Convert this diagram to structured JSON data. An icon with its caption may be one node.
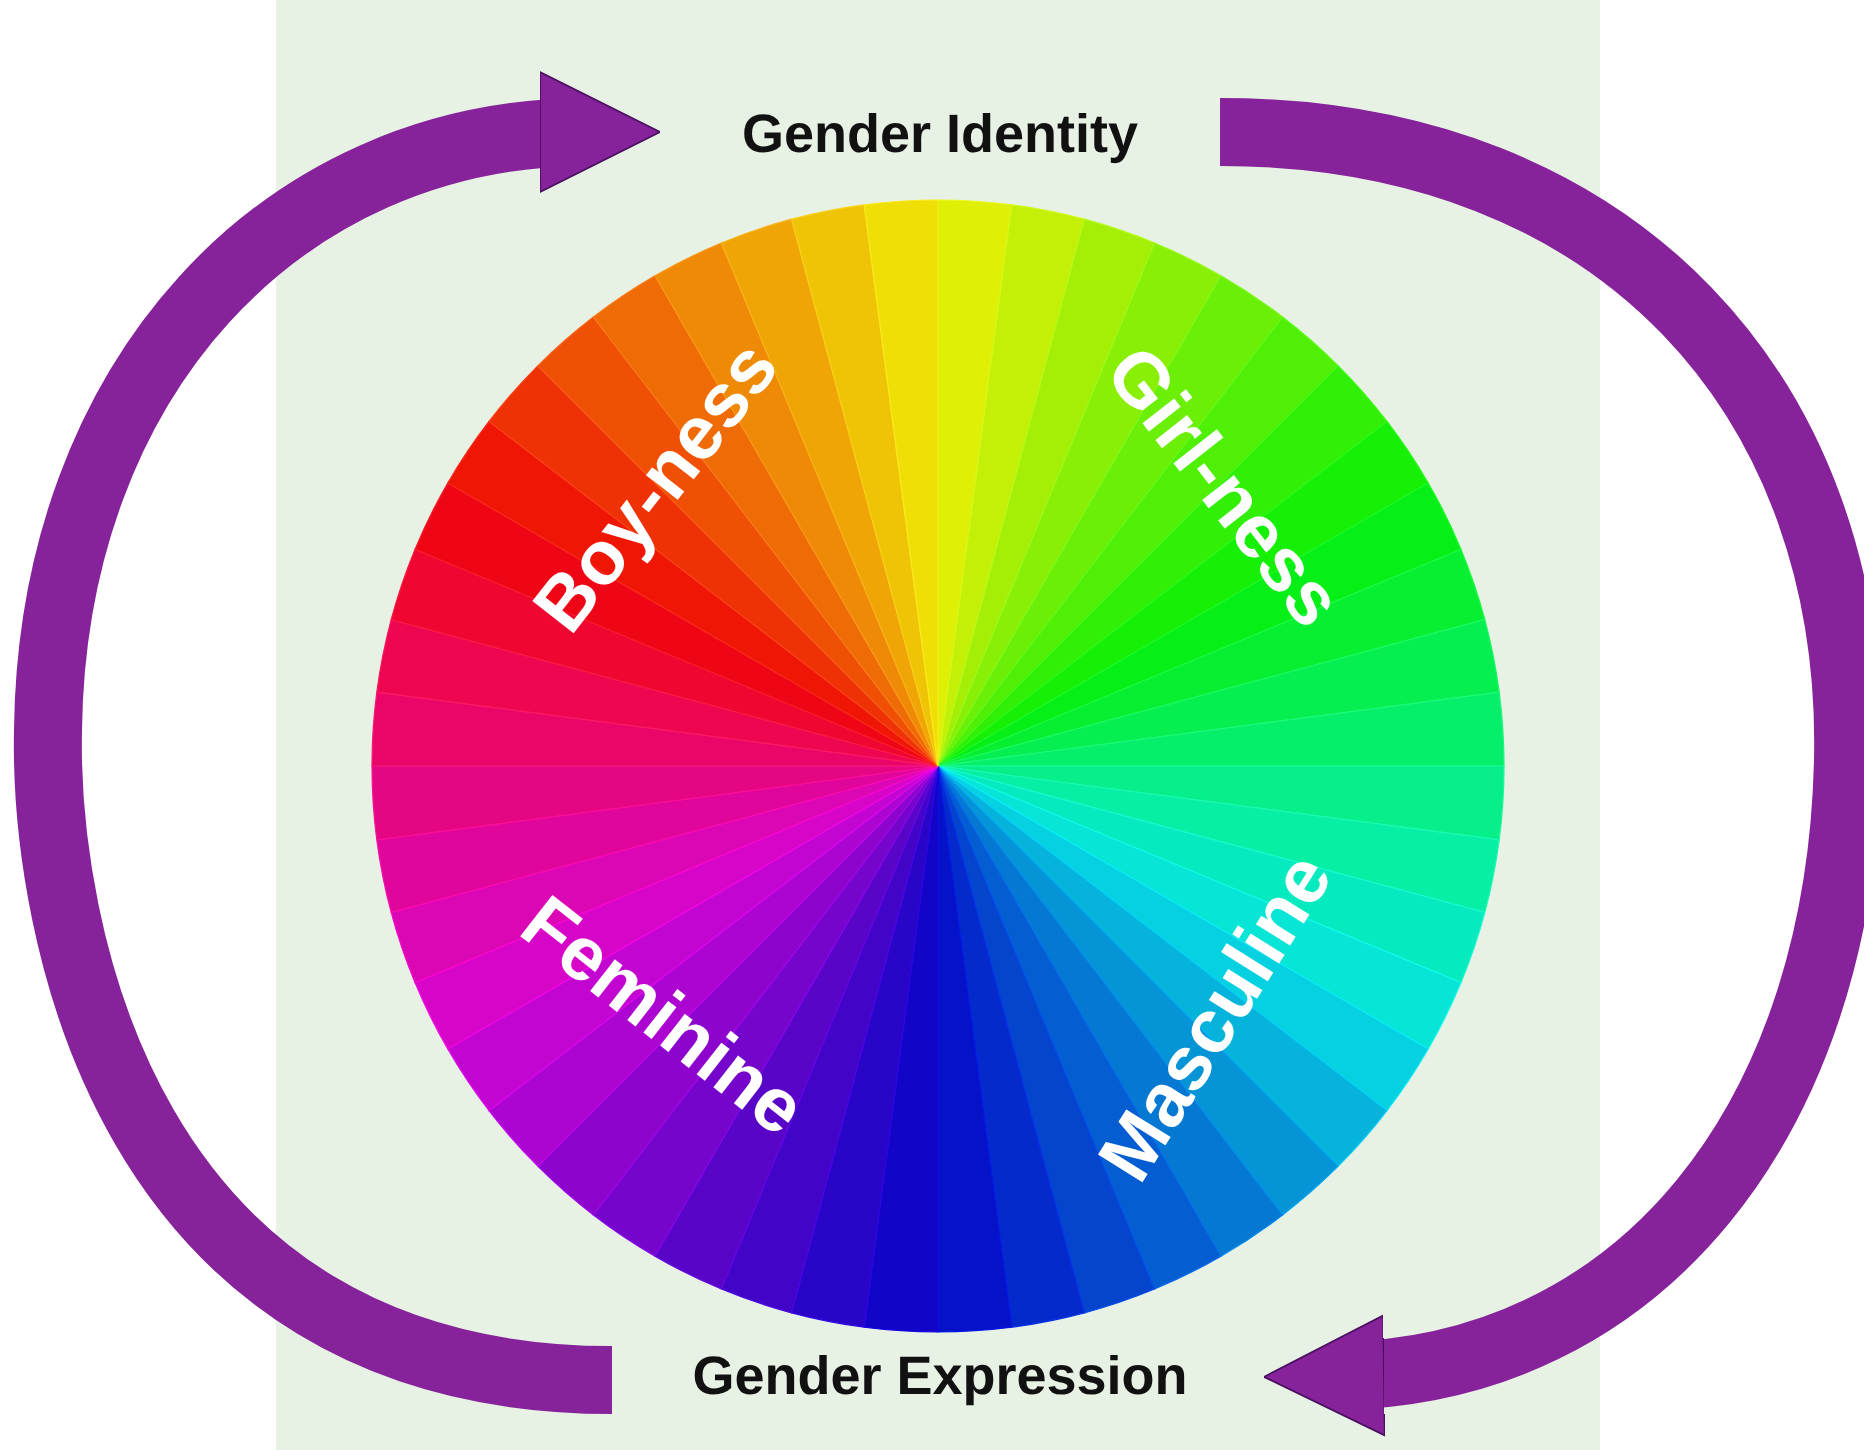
{
  "diagram": {
    "nodes": [
      {
        "text": [
          "Gender Identity"
        ]
      },
      {
        "text": [
          "Gender Expression"
        ]
      }
    ],
    "edges": [
      {
        "from": 1,
        "to": 0,
        "arrow": "to"
      },
      {
        "from": 0,
        "to": 1,
        "arrow": "to"
      }
    ],
    "labels": [
      "Boy-ness",
      "Girl-ness",
      "Feminine",
      "Masculine"
    ]
  }
}
